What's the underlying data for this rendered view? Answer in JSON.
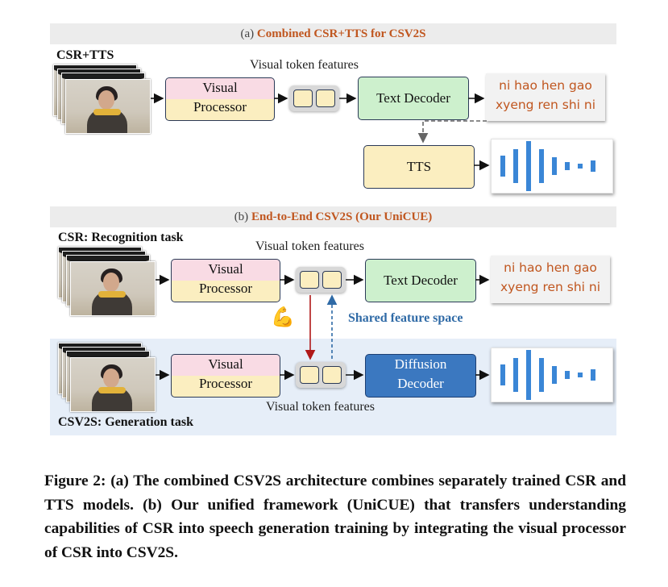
{
  "section_a": {
    "prefix": "(a)",
    "title": "Combined CSR+TTS for CSV2S"
  },
  "section_b": {
    "prefix": "(b)",
    "title": "End-to-End CSV2S (Our UniCUE)"
  },
  "labels": {
    "csr_tts": "CSR+TTS",
    "csr_recognition": "CSR: Recognition task",
    "csv2s_generation": "CSV2S: Generation task",
    "visual_token_features": "Visual token features",
    "shared_feature_space": "Shared feature space"
  },
  "boxes": {
    "visual_processor_line1": "Visual",
    "visual_processor_line2": "Processor",
    "text_decoder": "Text Decoder",
    "tts": "TTS",
    "diffusion_line1": "Diffusion",
    "diffusion_line2": "Decoder"
  },
  "output_text": {
    "line1": "ni hao hen gao",
    "line2": "xyeng ren shi ni"
  },
  "colors": {
    "accent_orange": "#c0561f",
    "shared_blue": "#2f6aa6",
    "wave_blue": "#3a86d6",
    "arrow_red": "#b01818"
  },
  "icons": {
    "muscle": "flexed-biceps-icon"
  },
  "caption": "Figure 2: (a) The combined CSV2S architecture combines separately trained CSR and TTS models. (b) Our unified framework (UniCUE) that transfers understanding capabilities of CSR into speech generation training by integrating the visual processor of CSR into CSV2S."
}
